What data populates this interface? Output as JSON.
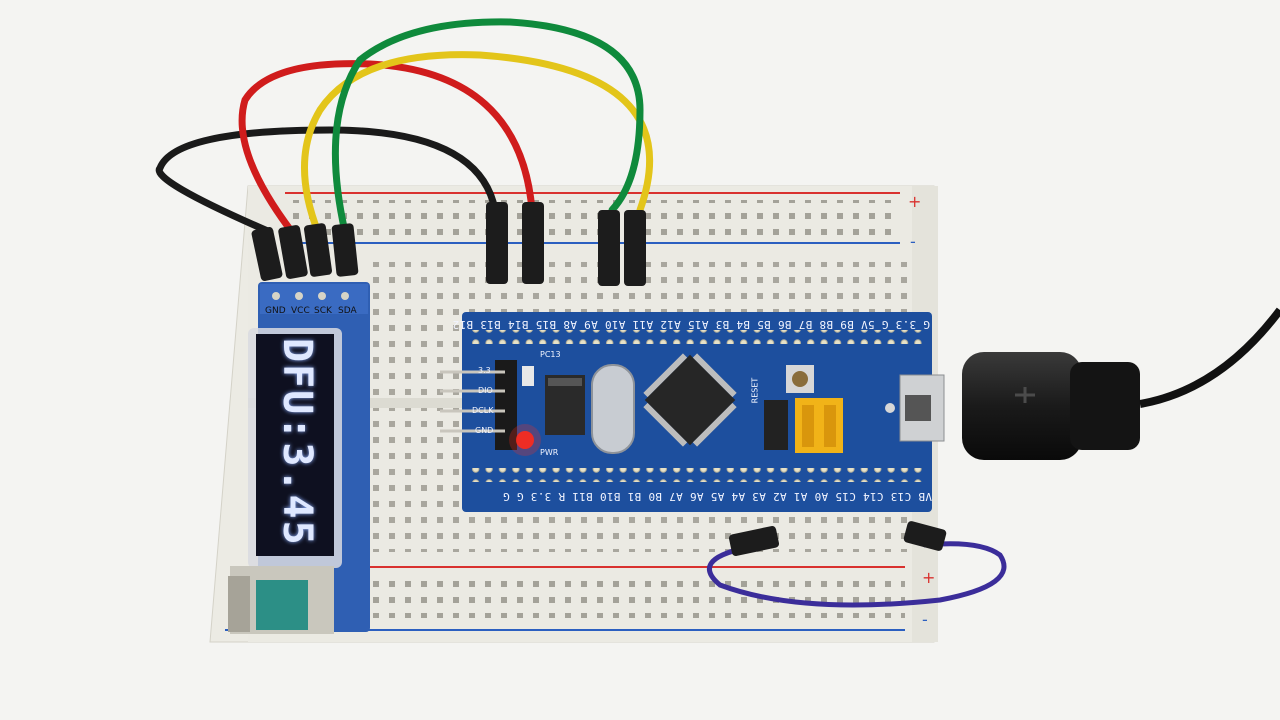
{
  "oled": {
    "pins": [
      "GND",
      "VCC",
      "SCK",
      "SDA"
    ],
    "display_text": "DFU:3.45"
  },
  "stm32_board": {
    "top_header_row": "G 3.3 G 5V B9 B8 B7 B6 B5 B4 B3 A15 A12 A11 A10 A9 A8 B15 B14 B13 B12",
    "bottom_header_row": "VB C13 C14 C15 A0 A1 A2 A3 A4 A5 A6 A7 B0 B1 B10 B11 R 3.3 G G",
    "labels": {
      "pc13": "PC13",
      "pwr": "PWR",
      "reset": "RESET",
      "side_pins": [
        "3.3",
        "DIO",
        "DCLK",
        "GND"
      ]
    }
  },
  "breadboard": {
    "rail_plus": "+",
    "rail_minus": "-"
  },
  "colors": {
    "wire_black": "#1a1a1a",
    "wire_red": "#d01c1c",
    "wire_yellow": "#e3c51a",
    "wire_green": "#0f8a3c",
    "wire_purple": "#3b2d9a",
    "pcb_blue": "#1d4f9e",
    "breadboard": "#ecebe4",
    "rail_red": "#d9322f",
    "rail_blue": "#2b5fc0",
    "led_red": "#ff2a1a"
  }
}
